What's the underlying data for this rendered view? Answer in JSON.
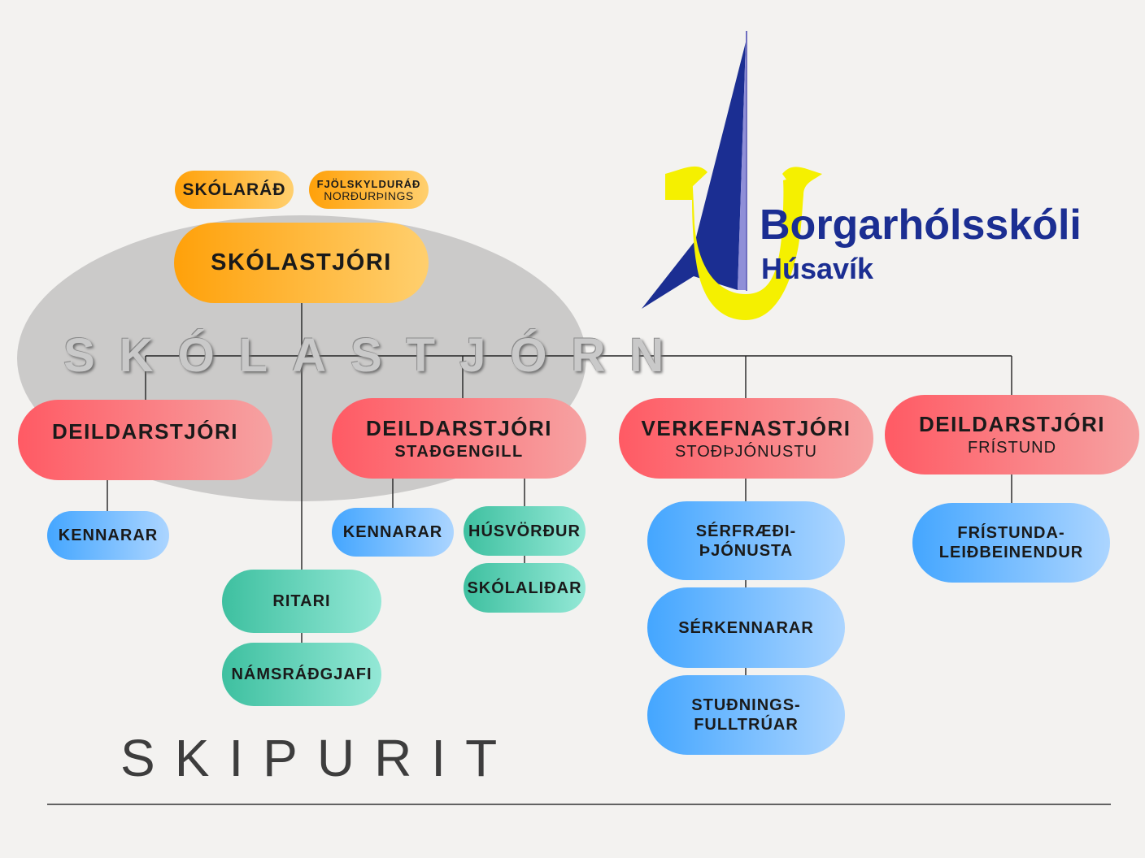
{
  "logo": {
    "name": "Borgarhólsskóli",
    "place": "Húsavík"
  },
  "councils": {
    "school_council": "SKÓLARÁÐ",
    "family_council_line1": "FJÖLSKYLDURÁÐ",
    "family_council_line2": "NORÐURÞINGS"
  },
  "management_label": "SKÓLASTJÓRN",
  "principal": "SKÓLASTJÓRI",
  "department_heads": [
    {
      "title": "DEILDARSTJÓRI",
      "subtitle": ""
    },
    {
      "title": "DEILDARSTJÓRI",
      "subtitle": "STAÐGENGILL"
    },
    {
      "title": "VERKEFNASTJÓRI",
      "subtitle": "STOÐÞJÓNUSTU"
    },
    {
      "title": "DEILDARSTJÓRI",
      "subtitle": "FRÍSTUND"
    }
  ],
  "staff": {
    "teachers_1": "KENNARAR",
    "teachers_2": "KENNARAR",
    "caretaker": "HÚSVÖRÐUR",
    "school_aides": "SKÓLALIÐAR",
    "secretary": "RITARI",
    "counselor": "NÁMSRÁÐGJAFI",
    "specialist_line1": "SÉRFRÆÐI-",
    "specialist_line2": "ÞJÓNUSTA",
    "special_teachers": "SÉRKENNARAR",
    "support_line1": "STUÐNINGS-",
    "support_line2": "FULLTRÚAR",
    "leisure_line1": "FRÍSTUNDA-",
    "leisure_line2": "LEIÐBEINENDUR"
  },
  "chart_title": "SKIPURIT",
  "colors": {
    "principal": "#ffa10a",
    "heads": "#ff5a64",
    "blue_staff": "#44a6ff",
    "teal_staff": "#3ec0a0",
    "logo_blue": "#1b2e92",
    "logo_yellow": "#f5f000"
  }
}
